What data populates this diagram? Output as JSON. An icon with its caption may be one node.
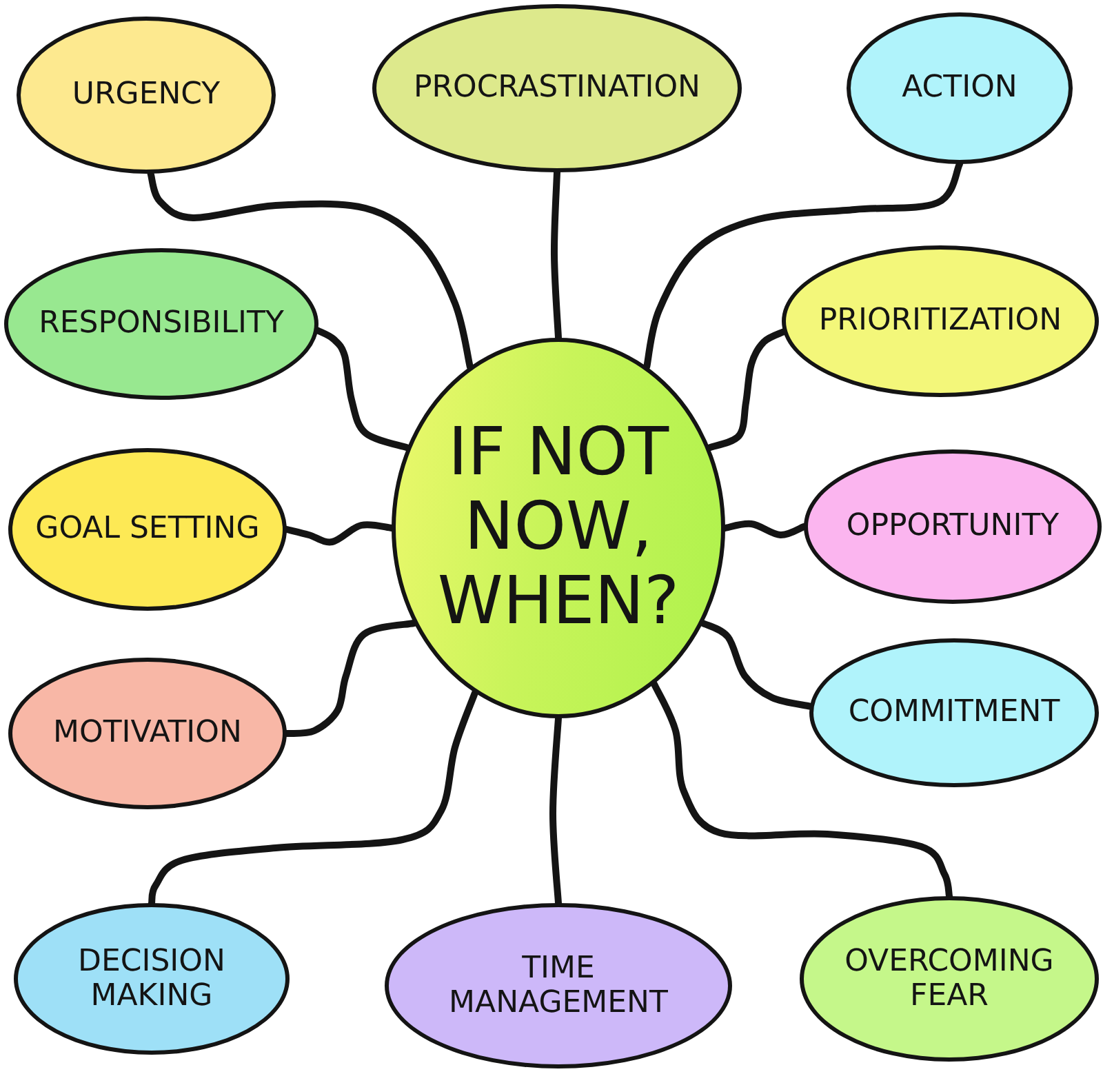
{
  "diagram": {
    "nodes": [
      {
        "text": [
          "IF NOT NOW, WHEN?"
        ]
      },
      {
        "text": [
          "URGENCY"
        ]
      },
      {
        "text": [
          "PROCRASTINATION"
        ]
      },
      {
        "text": [
          "ACTION"
        ]
      },
      {
        "text": [
          "RESPONSIBILITY"
        ]
      },
      {
        "text": [
          "PRIORITIZATION"
        ]
      },
      {
        "text": [
          "GOAL SETTING"
        ]
      },
      {
        "text": [
          "OPPORTUNITY"
        ]
      },
      {
        "text": [
          "MOTIVATION"
        ]
      },
      {
        "text": [
          "COMMITMENT"
        ]
      },
      {
        "text": [
          "DECISION MAKING"
        ]
      },
      {
        "text": [
          "TIME MANAGEMENT"
        ]
      },
      {
        "text": [
          "OVERCOMING FEAR"
        ]
      }
    ],
    "edges": [
      {
        "from": 0,
        "to": 1,
        "arrow": "none"
      },
      {
        "from": 0,
        "to": 2,
        "arrow": "none"
      },
      {
        "from": 0,
        "to": 3,
        "arrow": "none"
      },
      {
        "from": 0,
        "to": 4,
        "arrow": "none"
      },
      {
        "from": 0,
        "to": 5,
        "arrow": "none"
      },
      {
        "from": 0,
        "to": 6,
        "arrow": "none"
      },
      {
        "from": 0,
        "to": 7,
        "arrow": "none"
      },
      {
        "from": 0,
        "to": 8,
        "arrow": "none"
      },
      {
        "from": 0,
        "to": 9,
        "arrow": "none"
      },
      {
        "from": 0,
        "to": 10,
        "arrow": "none"
      },
      {
        "from": 0,
        "to": 11,
        "arrow": "none"
      },
      {
        "from": 0,
        "to": 12,
        "arrow": "none"
      }
    ]
  }
}
